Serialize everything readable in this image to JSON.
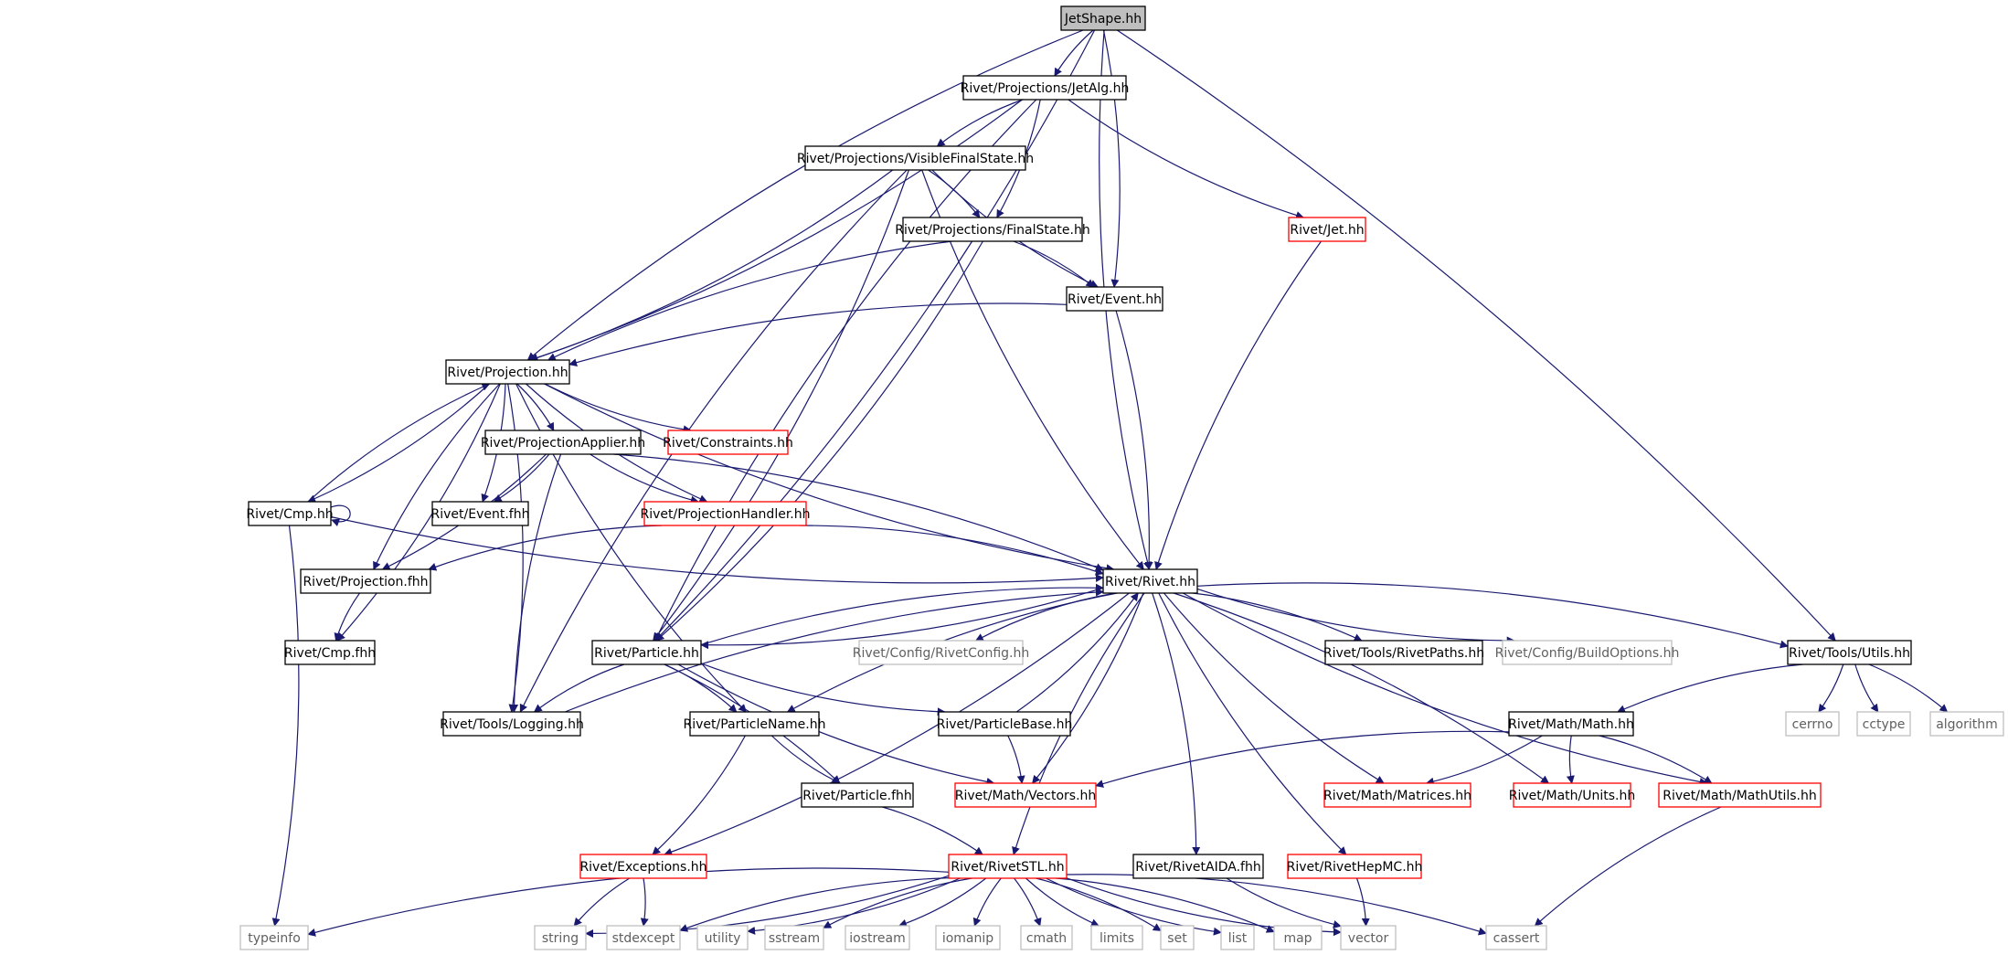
{
  "colors": {
    "edge": "#191970",
    "node_black": "#000000",
    "node_red": "#ff0000",
    "node_gray": "#bfbfbf",
    "root_fill": "#bfbfbf",
    "text": "#000000",
    "text_gray": "#606060"
  },
  "nodes": [
    {
      "id": "n_jetshape",
      "label": "JetShape.hh",
      "style": "root"
    },
    {
      "id": "n_jetalg",
      "label": "Rivet/Projections/JetAlg.hh",
      "style": "black"
    },
    {
      "id": "n_vfs",
      "label": "Rivet/Projections/VisibleFinalState.hh",
      "style": "black"
    },
    {
      "id": "n_jet",
      "label": "Rivet/Jet.hh",
      "style": "red"
    },
    {
      "id": "n_fs",
      "label": "Rivet/Projections/FinalState.hh",
      "style": "black"
    },
    {
      "id": "n_event",
      "label": "Rivet/Event.hh",
      "style": "black"
    },
    {
      "id": "n_proj",
      "label": "Rivet/Projection.hh",
      "style": "black"
    },
    {
      "id": "n_projapp",
      "label": "Rivet/ProjectionApplier.hh",
      "style": "black"
    },
    {
      "id": "n_constraints",
      "label": "Rivet/Constraints.hh",
      "style": "red"
    },
    {
      "id": "n_cmp",
      "label": "Rivet/Cmp.hh",
      "style": "black"
    },
    {
      "id": "n_eventfhh",
      "label": "Rivet/Event.fhh",
      "style": "black"
    },
    {
      "id": "n_projhandler",
      "label": "Rivet/ProjectionHandler.hh",
      "style": "red"
    },
    {
      "id": "n_projfhh",
      "label": "Rivet/Projection.fhh",
      "style": "black"
    },
    {
      "id": "n_rivet",
      "label": "Rivet/Rivet.hh",
      "style": "black"
    },
    {
      "id": "n_cmpfhh",
      "label": "Rivet/Cmp.fhh",
      "style": "black"
    },
    {
      "id": "n_particle",
      "label": "Rivet/Particle.hh",
      "style": "black"
    },
    {
      "id": "n_rivetconfig",
      "label": "Rivet/Config/RivetConfig.hh",
      "style": "gray"
    },
    {
      "id": "n_rivetpaths",
      "label": "Rivet/Tools/RivetPaths.hh",
      "style": "black"
    },
    {
      "id": "n_buildopts",
      "label": "Rivet/Config/BuildOptions.hh",
      "style": "gray"
    },
    {
      "id": "n_utils",
      "label": "Rivet/Tools/Utils.hh",
      "style": "black"
    },
    {
      "id": "n_logging",
      "label": "Rivet/Tools/Logging.hh",
      "style": "black"
    },
    {
      "id": "n_pname",
      "label": "Rivet/ParticleName.hh",
      "style": "black"
    },
    {
      "id": "n_pbase",
      "label": "Rivet/ParticleBase.hh",
      "style": "black"
    },
    {
      "id": "n_mathmath",
      "label": "Rivet/Math/Math.hh",
      "style": "black"
    },
    {
      "id": "n_cerrno",
      "label": "cerrno",
      "style": "gray"
    },
    {
      "id": "n_cctype",
      "label": "cctype",
      "style": "gray"
    },
    {
      "id": "n_algorithm",
      "label": "algorithm",
      "style": "gray"
    },
    {
      "id": "n_pfhh",
      "label": "Rivet/Particle.fhh",
      "style": "black"
    },
    {
      "id": "n_vectors",
      "label": "Rivet/Math/Vectors.hh",
      "style": "red"
    },
    {
      "id": "n_matrices",
      "label": "Rivet/Math/Matrices.hh",
      "style": "red"
    },
    {
      "id": "n_units",
      "label": "Rivet/Math/Units.hh",
      "style": "red"
    },
    {
      "id": "n_mathutils",
      "label": "Rivet/Math/MathUtils.hh",
      "style": "red"
    },
    {
      "id": "n_exceptions",
      "label": "Rivet/Exceptions.hh",
      "style": "red"
    },
    {
      "id": "n_rivetstl",
      "label": "Rivet/RivetSTL.hh",
      "style": "red"
    },
    {
      "id": "n_aida",
      "label": "Rivet/RivetAIDA.fhh",
      "style": "black"
    },
    {
      "id": "n_hepmc",
      "label": "Rivet/RivetHepMC.hh",
      "style": "red"
    },
    {
      "id": "n_typeinfo",
      "label": "typeinfo",
      "style": "gray"
    },
    {
      "id": "n_string",
      "label": "string",
      "style": "gray"
    },
    {
      "id": "n_stdexcept",
      "label": "stdexcept",
      "style": "gray"
    },
    {
      "id": "n_utility",
      "label": "utility",
      "style": "gray"
    },
    {
      "id": "n_sstream",
      "label": "sstream",
      "style": "gray"
    },
    {
      "id": "n_iostream",
      "label": "iostream",
      "style": "gray"
    },
    {
      "id": "n_iomanip",
      "label": "iomanip",
      "style": "gray"
    },
    {
      "id": "n_cmath",
      "label": "cmath",
      "style": "gray"
    },
    {
      "id": "n_limits",
      "label": "limits",
      "style": "gray"
    },
    {
      "id": "n_set",
      "label": "set",
      "style": "gray"
    },
    {
      "id": "n_list",
      "label": "list",
      "style": "gray"
    },
    {
      "id": "n_map",
      "label": "map",
      "style": "gray"
    },
    {
      "id": "n_vector",
      "label": "vector",
      "style": "gray"
    },
    {
      "id": "n_cassert",
      "label": "cassert",
      "style": "gray"
    }
  ],
  "edges": [
    [
      "n_jetshape",
      "n_jetalg"
    ],
    [
      "n_jetshape",
      "n_event"
    ],
    [
      "n_jetshape",
      "n_proj"
    ],
    [
      "n_jetshape",
      "n_particle"
    ],
    [
      "n_jetshape",
      "n_rivet"
    ],
    [
      "n_jetshape",
      "n_utils"
    ],
    [
      "n_jetalg",
      "n_vfs"
    ],
    [
      "n_jetalg",
      "n_fs"
    ],
    [
      "n_jetalg",
      "n_jet"
    ],
    [
      "n_jetalg",
      "n_proj"
    ],
    [
      "n_jetalg",
      "n_particle"
    ],
    [
      "n_vfs",
      "n_fs"
    ],
    [
      "n_vfs",
      "n_event"
    ],
    [
      "n_vfs",
      "n_proj"
    ],
    [
      "n_vfs",
      "n_rivet"
    ],
    [
      "n_vfs",
      "n_particle"
    ],
    [
      "n_vfs",
      "n_logging"
    ],
    [
      "n_fs",
      "n_event"
    ],
    [
      "n_fs",
      "n_proj"
    ],
    [
      "n_fs",
      "n_particle"
    ],
    [
      "n_event",
      "n_proj"
    ],
    [
      "n_event",
      "n_rivet"
    ],
    [
      "n_jet",
      "n_rivet"
    ],
    [
      "n_proj",
      "n_projapp"
    ],
    [
      "n_proj",
      "n_constraints"
    ],
    [
      "n_proj",
      "n_eventfhh"
    ],
    [
      "n_proj",
      "n_projhandler"
    ],
    [
      "n_proj",
      "n_cmp"
    ],
    [
      "n_proj",
      "n_projfhh"
    ],
    [
      "n_proj",
      "n_cmpfhh"
    ],
    [
      "n_proj",
      "n_rivet"
    ],
    [
      "n_proj",
      "n_logging"
    ],
    [
      "n_proj",
      "n_pname"
    ],
    [
      "n_projapp",
      "n_eventfhh"
    ],
    [
      "n_projapp",
      "n_projhandler"
    ],
    [
      "n_projapp",
      "n_projfhh"
    ],
    [
      "n_projapp",
      "n_logging"
    ],
    [
      "n_projapp",
      "n_rivet"
    ],
    [
      "n_projhandler",
      "n_projfhh"
    ],
    [
      "n_projhandler",
      "n_rivet"
    ],
    [
      "n_cmp",
      "n_cmp"
    ],
    [
      "n_cmp",
      "n_proj"
    ],
    [
      "n_cmp",
      "n_rivet"
    ],
    [
      "n_cmp",
      "n_typeinfo"
    ],
    [
      "n_projfhh",
      "n_cmpfhh"
    ],
    [
      "n_rivet",
      "n_particle"
    ],
    [
      "n_rivet",
      "n_rivetconfig"
    ],
    [
      "n_rivet",
      "n_rivetpaths"
    ],
    [
      "n_rivet",
      "n_buildopts"
    ],
    [
      "n_rivet",
      "n_utils"
    ],
    [
      "n_rivet",
      "n_pname"
    ],
    [
      "n_rivet",
      "n_vectors"
    ],
    [
      "n_rivet",
      "n_matrices"
    ],
    [
      "n_rivet",
      "n_units"
    ],
    [
      "n_rivet",
      "n_mathutils"
    ],
    [
      "n_rivet",
      "n_exceptions"
    ],
    [
      "n_rivet",
      "n_rivetstl"
    ],
    [
      "n_rivet",
      "n_aida"
    ],
    [
      "n_rivet",
      "n_hepmc"
    ],
    [
      "n_particle",
      "n_rivet"
    ],
    [
      "n_particle",
      "n_logging"
    ],
    [
      "n_particle",
      "n_pname"
    ],
    [
      "n_particle",
      "n_pbase"
    ],
    [
      "n_particle",
      "n_pfhh"
    ],
    [
      "n_particle",
      "n_vectors"
    ],
    [
      "n_logging",
      "n_rivet"
    ],
    [
      "n_pbase",
      "n_rivet"
    ],
    [
      "n_pbase",
      "n_vectors"
    ],
    [
      "n_pname",
      "n_pfhh"
    ],
    [
      "n_pname",
      "n_exceptions"
    ],
    [
      "n_utils",
      "n_mathmath"
    ],
    [
      "n_utils",
      "n_cerrno"
    ],
    [
      "n_utils",
      "n_cctype"
    ],
    [
      "n_utils",
      "n_algorithm"
    ],
    [
      "n_mathmath",
      "n_vectors"
    ],
    [
      "n_mathmath",
      "n_matrices"
    ],
    [
      "n_mathmath",
      "n_units"
    ],
    [
      "n_mathmath",
      "n_mathutils"
    ],
    [
      "n_mathutils",
      "n_cassert"
    ],
    [
      "n_pfhh",
      "n_rivetstl"
    ],
    [
      "n_exceptions",
      "n_string"
    ],
    [
      "n_exceptions",
      "n_stdexcept"
    ],
    [
      "n_aida",
      "n_vector"
    ],
    [
      "n_hepmc",
      "n_vector"
    ],
    [
      "n_rivetstl",
      "n_typeinfo"
    ],
    [
      "n_rivetstl",
      "n_string"
    ],
    [
      "n_rivetstl",
      "n_stdexcept"
    ],
    [
      "n_rivetstl",
      "n_utility"
    ],
    [
      "n_rivetstl",
      "n_sstream"
    ],
    [
      "n_rivetstl",
      "n_iostream"
    ],
    [
      "n_rivetstl",
      "n_iomanip"
    ],
    [
      "n_rivetstl",
      "n_cmath"
    ],
    [
      "n_rivetstl",
      "n_limits"
    ],
    [
      "n_rivetstl",
      "n_set"
    ],
    [
      "n_rivetstl",
      "n_list"
    ],
    [
      "n_rivetstl",
      "n_map"
    ],
    [
      "n_rivetstl",
      "n_vector"
    ],
    [
      "n_rivetstl",
      "n_cassert"
    ]
  ]
}
